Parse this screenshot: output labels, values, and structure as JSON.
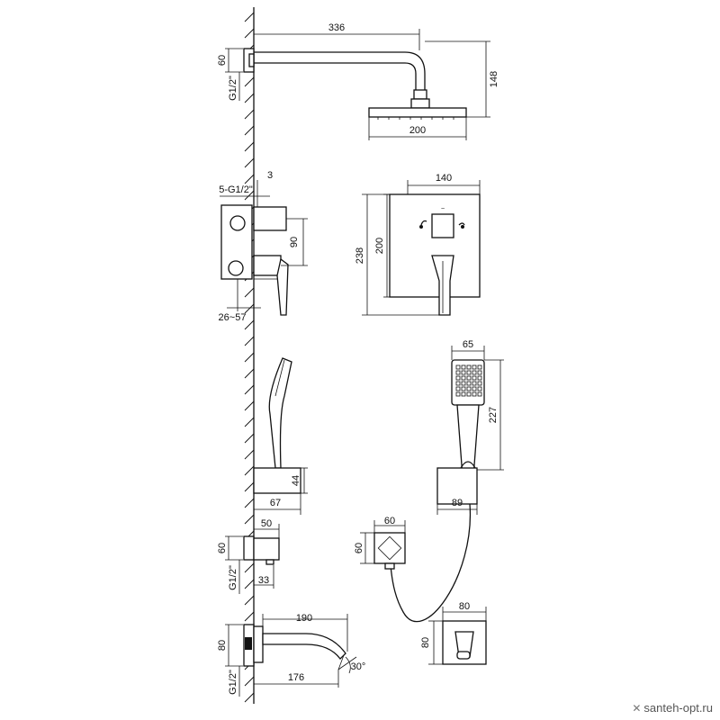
{
  "dimensions": {
    "arm_length": "336",
    "wall_flange": "60",
    "thread_top": "G1/2\"",
    "head_drop": "148",
    "head_width": "200",
    "mixer_thread": "5-G1/2\"",
    "mixer_offset": "3",
    "mixer_spacing": "90",
    "mixer_depth": "26~57",
    "plate_width": "140",
    "plate_inner": "200",
    "plate_height": "238",
    "hand_width": "65",
    "hand_length": "227",
    "holder_depth": "67",
    "holder_height": "44",
    "holder_front": "89",
    "outlet_width": "50",
    "outlet_height": "60",
    "outlet_thread": "G1/2\"",
    "outlet_pipe": "33",
    "outlet_front_w": "60",
    "outlet_front_h": "60",
    "spout_length": "190",
    "spout_flange": "80",
    "spout_thread": "G1/2\"",
    "spout_reach": "176",
    "spout_angle": "30°",
    "spout_front_w": "80",
    "spout_front_h": "80"
  },
  "watermark": {
    "icon": "cross-icon",
    "text": "santeh-opt.ru"
  }
}
